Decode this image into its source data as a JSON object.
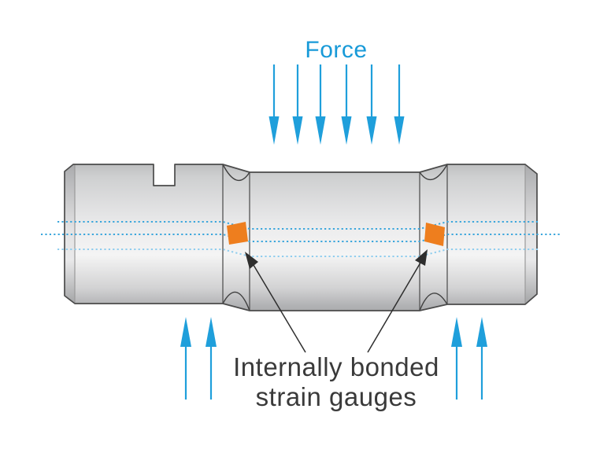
{
  "labels": {
    "force": "Force",
    "gauge_caption_line1": "Internally bonded",
    "gauge_caption_line2": "strain gauges"
  },
  "colors": {
    "arrow_blue": "#1f9fdb",
    "force_text_blue": "#189ad8",
    "gauge_orange": "#ee7e1e",
    "centerline_blue": "#3aa6dc",
    "centerline_light_blue": "#8fcdee",
    "outline_gray": "#4b4b4b",
    "caption_text_dark": "#3a3a3a",
    "leader_black": "#2e2e2e"
  },
  "arrows": {
    "top": {
      "direction": "down",
      "count": 6,
      "x_positions": [
        348,
        378,
        407,
        440,
        472,
        507
      ]
    },
    "bottom": {
      "direction": "up",
      "count": 4,
      "x_positions": [
        236,
        268,
        580,
        612
      ]
    }
  },
  "gauges": {
    "count": 2
  }
}
